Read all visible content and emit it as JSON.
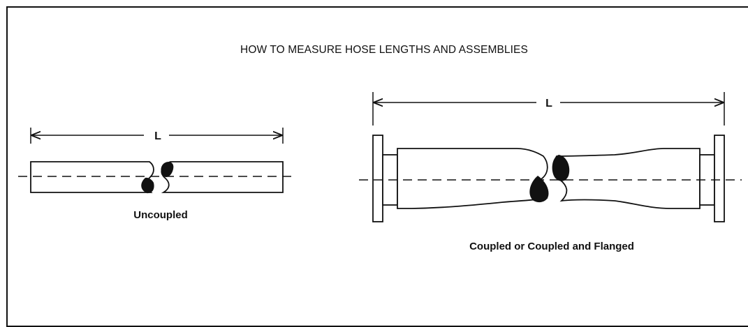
{
  "title": "HOW TO MEASURE HOSE LENGTHS AND ASSEMBLIES",
  "left_figure": {
    "dimension_label": "L",
    "caption": "Uncoupled"
  },
  "right_figure": {
    "dimension_label": "L",
    "caption": "Coupled or Coupled and Flanged"
  },
  "colors": {
    "ink": "#111111",
    "background": "#ffffff"
  }
}
